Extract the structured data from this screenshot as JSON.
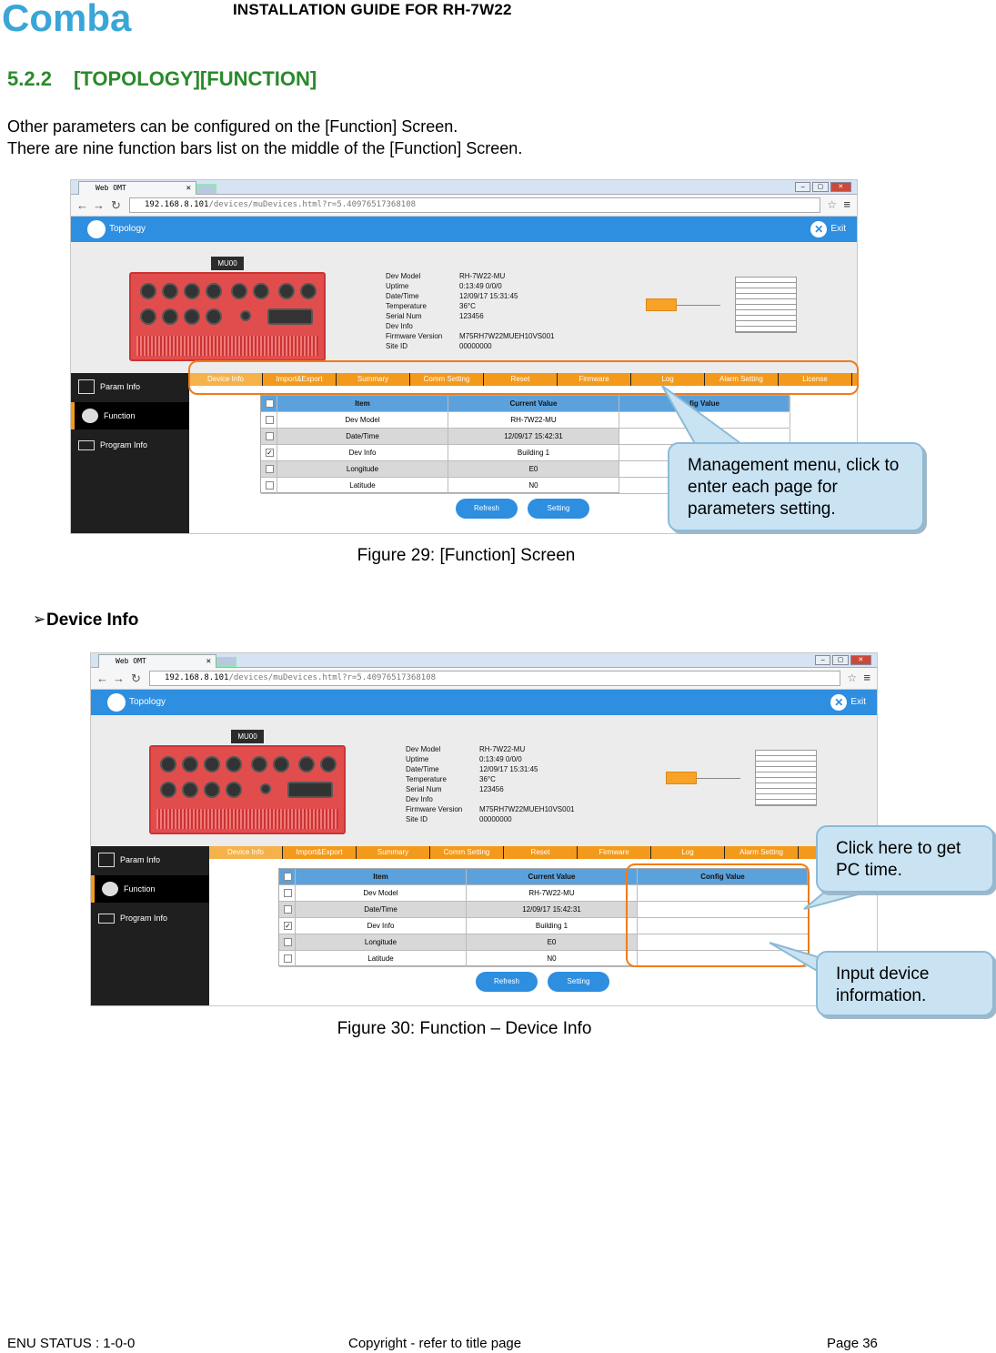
{
  "header": {
    "logo": "Comba",
    "title": "INSTALLATION GUIDE FOR RH-7W22"
  },
  "section": {
    "number": "5.2.2",
    "title": "[TOPOLOGY][FUNCTION]"
  },
  "intro": {
    "line1": "Other parameters can be configured on  the [Function] Screen.",
    "line2": "There are nine function bars list on the middle of the [Function] Screen."
  },
  "screenshot": {
    "tab_title": "Web OMT",
    "url_host": "192.168.8.101",
    "url_path": "/devices/muDevices.html?r=5.40976517368108",
    "topology_label": "Topology",
    "exit_label": "Exit",
    "device_label": "MU00",
    "info_labels": [
      "Dev Model",
      "Uptime",
      "Date/Time",
      "Temperature",
      "Serial Num",
      "Dev Info",
      "Firmware Version",
      "Site ID"
    ],
    "info_values": [
      "RH-7W22-MU",
      "0:13:49 0/0/0",
      "12/09/17 15:31:45",
      "36°C",
      "123456",
      "",
      "M75RH7W22MUEH10VS001",
      "00000000"
    ],
    "sidebar": [
      "Param Info",
      "Function",
      "Program Info"
    ],
    "menu_items": [
      "Device Info",
      "Import&Export",
      "Summary",
      "Comm Setting",
      "Reset",
      "Firmware",
      "Log",
      "Alarm Setting",
      "License"
    ],
    "table_headers": [
      "Item",
      "Current Value",
      "Config Value"
    ],
    "table_header_partial": "fig Value",
    "table_rows": [
      {
        "item": "Dev Model",
        "value": "RH-7W22-MU",
        "checked": false
      },
      {
        "item": "Date/Time",
        "value": "12/09/17 15:42:31",
        "checked": false
      },
      {
        "item": "Dev Info",
        "value": "Building 1",
        "checked": true
      },
      {
        "item": "Longitude",
        "value": "E0",
        "checked": false
      },
      {
        "item": "Latitude",
        "value": "N0",
        "checked": false
      }
    ],
    "buttons": [
      "Refresh",
      "Setting"
    ]
  },
  "figure29": {
    "caption": "Figure 29: [Function] Screen",
    "callout": "Management menu, click to enter each page for parameters setting."
  },
  "bullet": {
    "symbol": "➢",
    "text": "Device Info"
  },
  "figure30": {
    "caption": "Figure 30: Function – Device Info",
    "callout1": "Click here to get PC time.",
    "callout2": "Input device information."
  },
  "footer": {
    "left": "ENU STATUS : 1-0-0",
    "center": "Copyright - refer to title page",
    "right": "Page 36"
  },
  "colors": {
    "heading": "#2a8a2a",
    "logo": "#3aa6d8",
    "accent": "#f39a1c",
    "blue": "#2e8ee0",
    "callout": "#c9e3f3"
  }
}
